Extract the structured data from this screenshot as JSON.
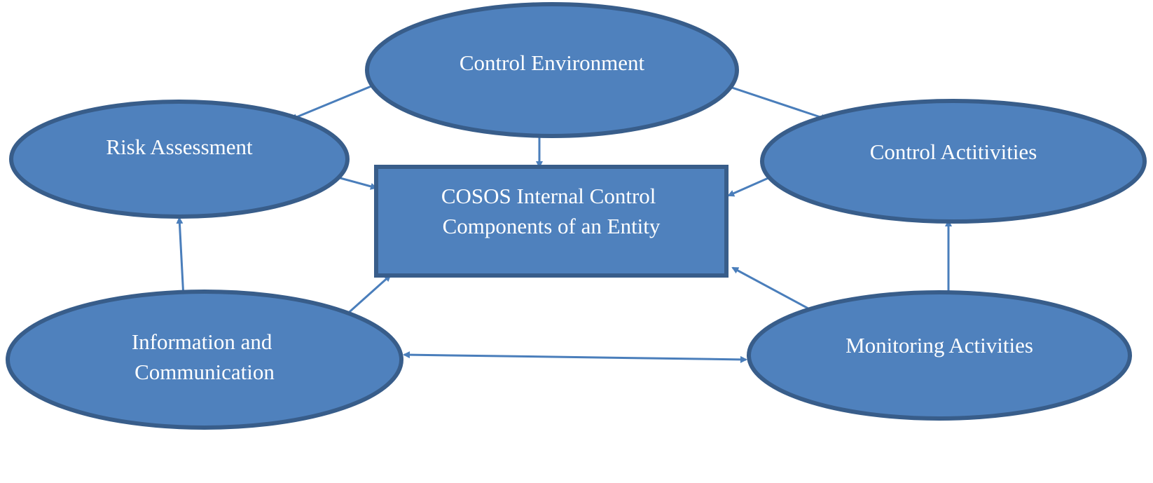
{
  "colors": {
    "fill": "#4f81bd",
    "border": "#385d8a",
    "text": "#ffffff",
    "arrow": "#4a7ebb",
    "background": "#ffffff"
  },
  "nodes": {
    "control_environment": {
      "label_lines": [
        "Control Environment"
      ]
    },
    "risk_assessment": {
      "label_lines": [
        "Risk Assessment"
      ]
    },
    "control_activities": {
      "label_lines": [
        "Control Actitivities"
      ]
    },
    "center": {
      "label_lines": [
        "COSOS Internal Control",
        "Components of an Entity"
      ]
    },
    "information_communication": {
      "label_lines": [
        "Information and",
        "Communication"
      ]
    },
    "monitoring_activities": {
      "label_lines": [
        "Monitoring Activities"
      ]
    }
  }
}
